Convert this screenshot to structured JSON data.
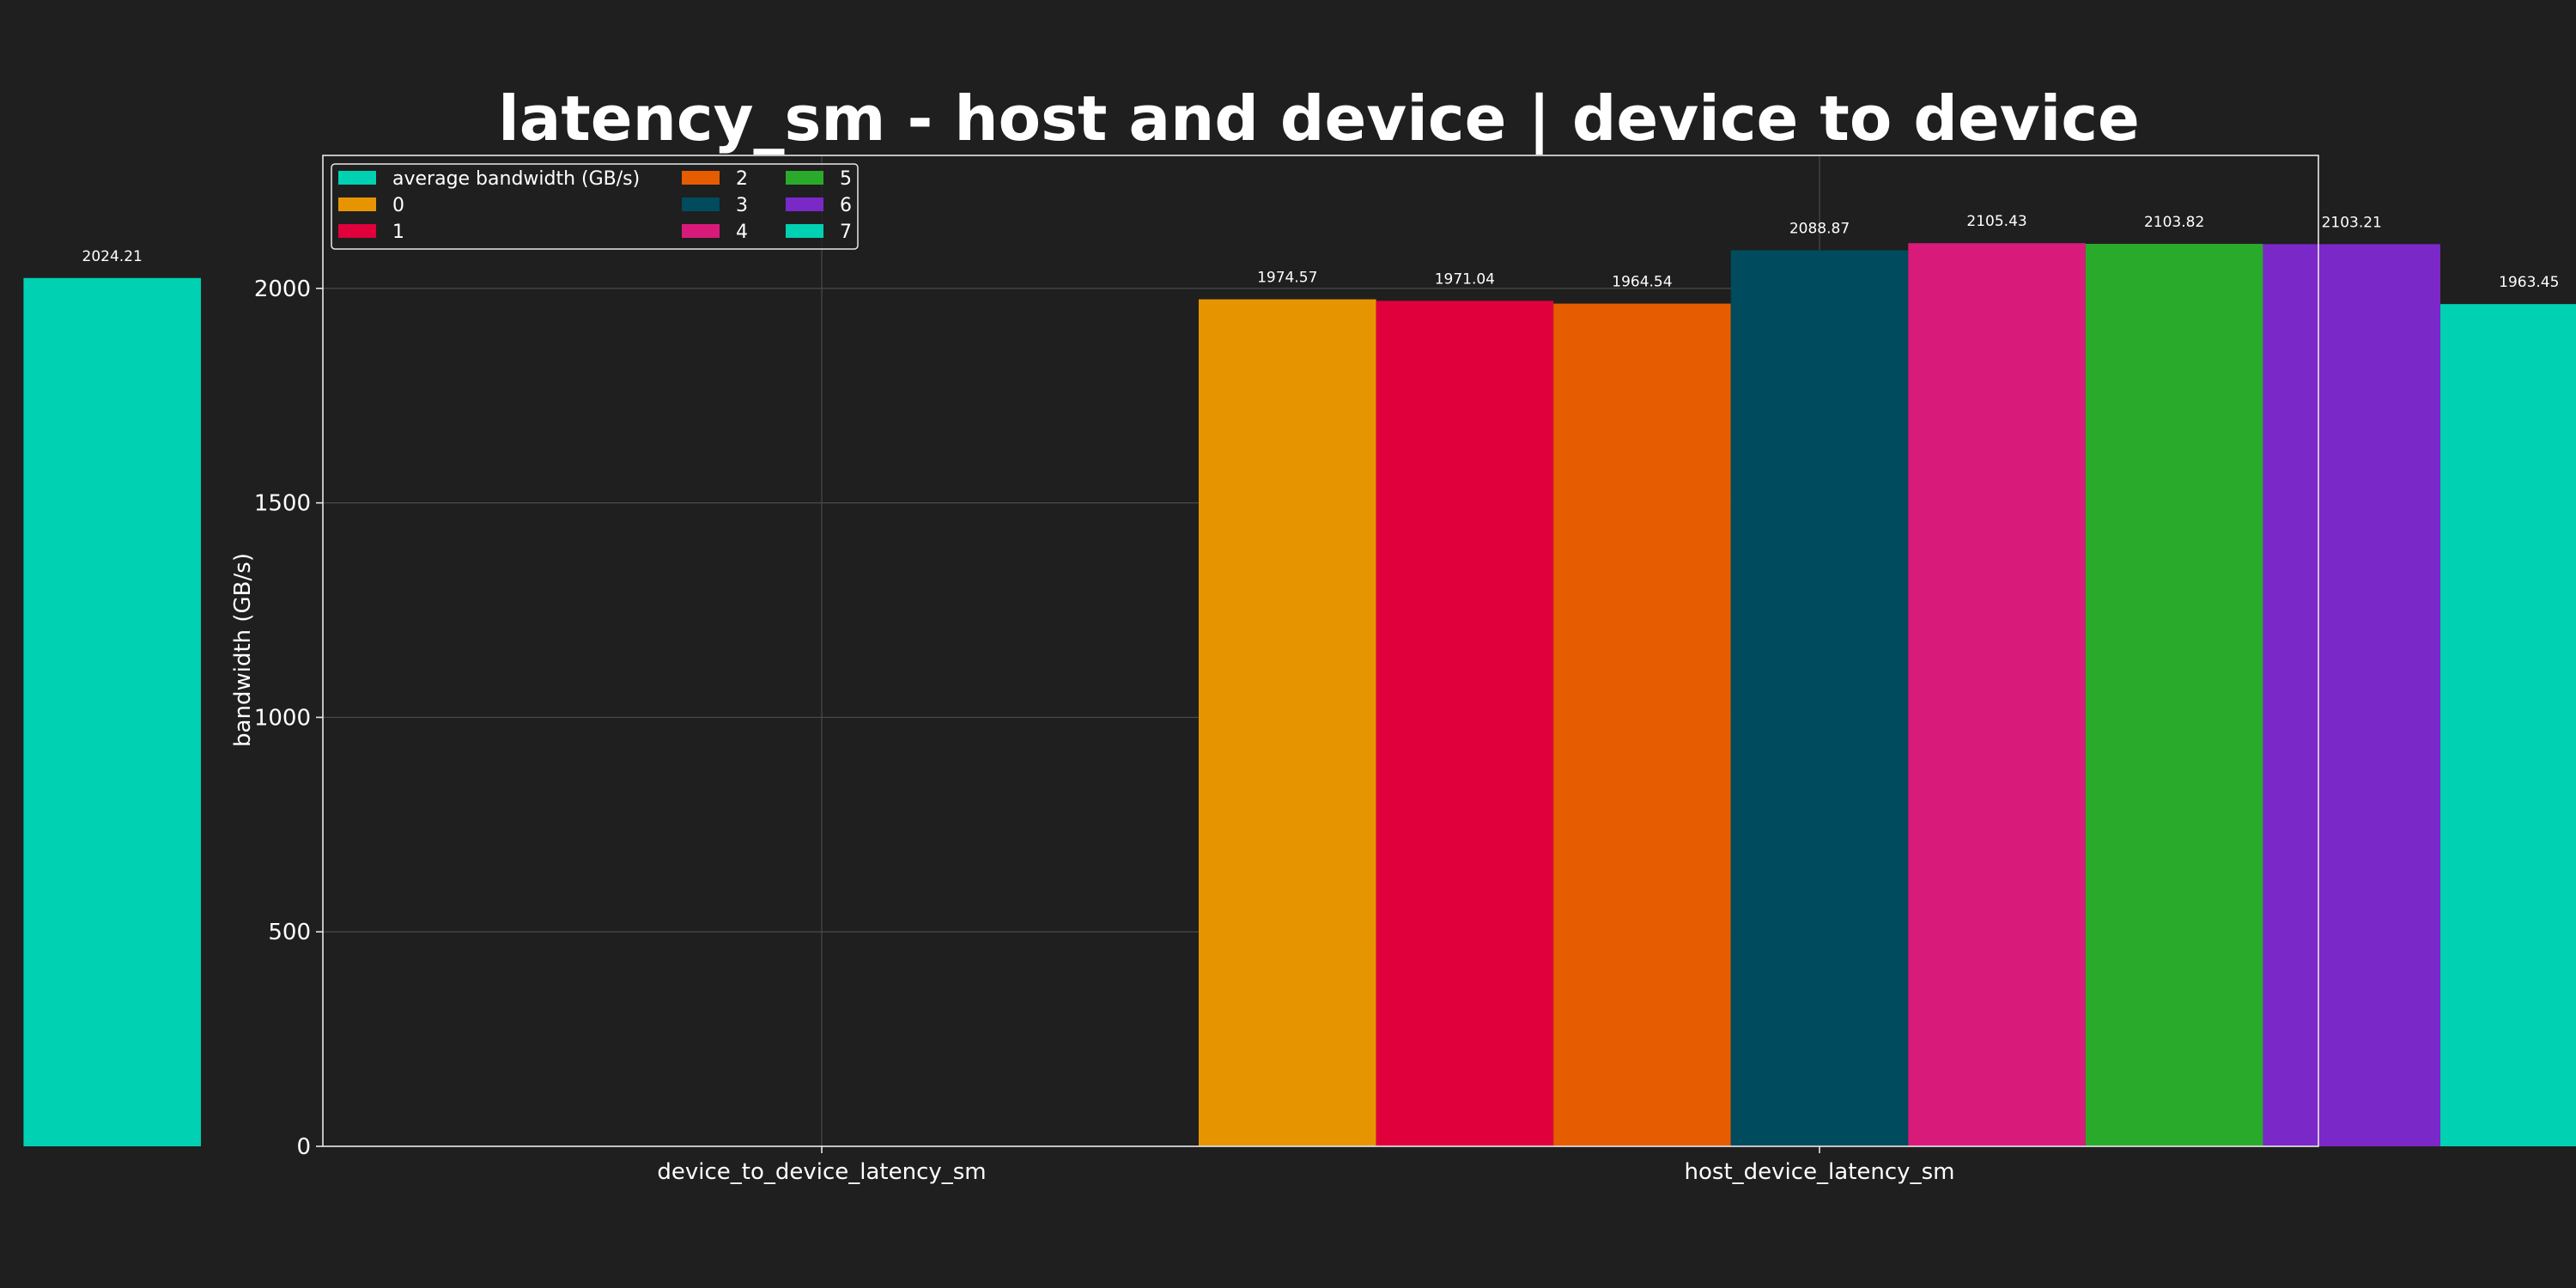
{
  "chart_data": {
    "type": "bar",
    "title": "latency_sm - host and device | device to device",
    "xlabel": "",
    "ylabel": "bandwidth (GB/s)",
    "categories": [
      "device_to_device_latency_sm",
      "host_device_latency_sm"
    ],
    "ylim": [
      0,
      2310
    ],
    "yticks": [
      0,
      500,
      1000,
      1500,
      2000
    ],
    "grid": true,
    "legend_position": "top-left",
    "legend_columns": 3,
    "value_label_decimals": 2,
    "series": [
      {
        "name": "average bandwidth (GB/s)",
        "color": "#00d1b2",
        "values": [
          2024.21,
          null
        ]
      },
      {
        "name": "0",
        "color": "#e69500",
        "values": [
          null,
          1974.57
        ]
      },
      {
        "name": "1",
        "color": "#e0003c",
        "values": [
          null,
          1971.04
        ]
      },
      {
        "name": "2",
        "color": "#e65c00",
        "values": [
          null,
          1964.54
        ]
      },
      {
        "name": "3",
        "color": "#004b5e",
        "values": [
          null,
          2088.87
        ]
      },
      {
        "name": "4",
        "color": "#d81b7a",
        "values": [
          null,
          2105.43
        ]
      },
      {
        "name": "5",
        "color": "#2aaa2a",
        "values": [
          null,
          2103.82
        ]
      },
      {
        "name": "6",
        "color": "#7a28c8",
        "values": [
          null,
          2103.21
        ]
      },
      {
        "name": "7",
        "color": "#00d1b2",
        "values": [
          null,
          1963.45
        ]
      }
    ]
  }
}
